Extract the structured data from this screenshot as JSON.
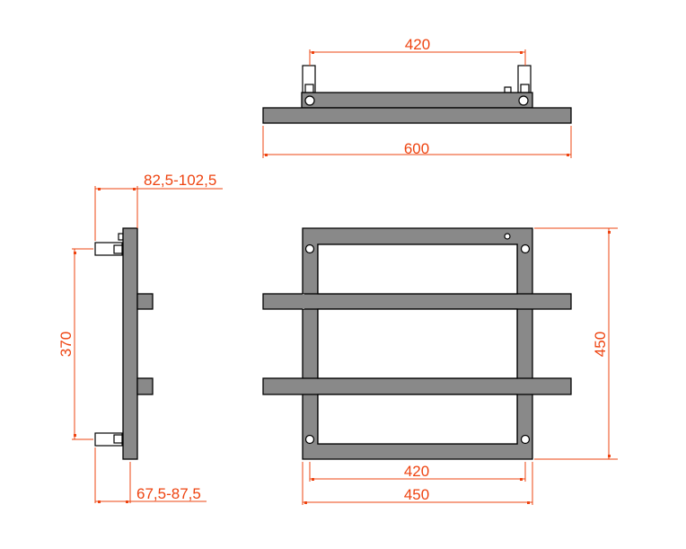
{
  "drawing": {
    "type": "technical drawing - towel radiator",
    "colors": {
      "part_fill": "#898989",
      "outline": "#000000",
      "dimension": "#ee4411",
      "background": "#ffffff"
    },
    "top_view": {
      "dim_mount_spacing": "420",
      "dim_total_width": "600"
    },
    "side_view": {
      "dim_top_offset": "82,5-102,5",
      "dim_vertical_mount": "370",
      "dim_bottom_offset": "67,5-87,5"
    },
    "front_view": {
      "dim_height": "450",
      "dim_hole_spacing": "420",
      "dim_frame_width": "450"
    }
  }
}
